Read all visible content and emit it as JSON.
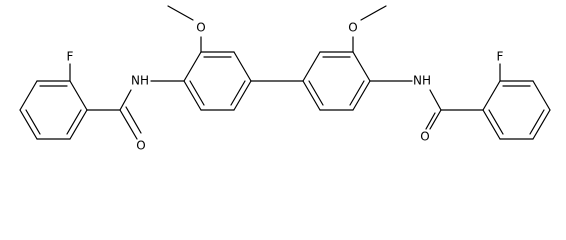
{
  "structure": {
    "labels": {
      "fluorine_left": "F",
      "oxygen_carbonyl_left": "O",
      "amine_left": "NH",
      "oxygen_methoxy_left": "O",
      "oxygen_methoxy_right": "O",
      "amine_right": "NH",
      "fluorine_right": "F",
      "oxygen_carbonyl_right": "O"
    }
  },
  "colors": {
    "bond": "#000000",
    "background": "#ffffff"
  }
}
